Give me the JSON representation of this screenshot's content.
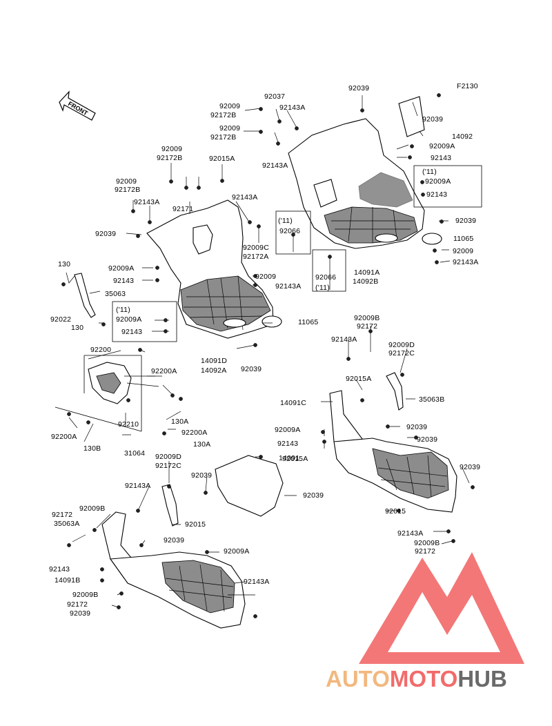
{
  "diagram": {
    "figure_code": "F2130",
    "front_label": "FRONT",
    "labels": [
      "92037",
      "92143A",
      "92009",
      "92172B",
      "92009",
      "92172B",
      "92143A",
      "92009",
      "92172B",
      "92015A",
      "92009",
      "92172B",
      "92143A",
      "92171",
      "92143A",
      "92039",
      "92009C",
      "92172A",
      "('11)",
      "92066",
      "130",
      "92009A",
      "92143",
      "35063",
      "92022",
      "130",
      "('11)",
      "92009A",
      "92143",
      "92009",
      "92143A",
      "11065",
      "14091D",
      "14092A",
      "92039",
      "92039",
      "92039",
      "14092",
      "92009A",
      "92143",
      "('11)",
      "92009A",
      "92143",
      "92039",
      "11065",
      "92009",
      "92143A",
      "92066",
      "('11)",
      "14091A",
      "14092B",
      "92200",
      "92200A",
      "130A",
      "92210",
      "92200A",
      "130A",
      "92200A",
      "130B",
      "31064",
      "92009B",
      "92172",
      "92143A",
      "92009D",
      "92172C",
      "92015A",
      "35063B",
      "14091C",
      "92009A",
      "92143",
      "92039",
      "92039",
      "92039",
      "92015",
      "92143A",
      "92009B",
      "92172",
      "92009D",
      "92172C",
      "92039",
      "14091",
      "92039",
      "92015A",
      "92143A",
      "92009B",
      "92172",
      "35063A",
      "92015",
      "92039",
      "92009A",
      "92143",
      "14091B",
      "92143A",
      "92009B",
      "92172",
      "92039"
    ]
  },
  "watermark": {
    "part1": "AUTO",
    "part2": "MOTO",
    "part3": "HUB",
    "color1": "#f2b87f",
    "color2": "#f26b6b",
    "color3": "#6a6a6a",
    "triangle_color": "#f26b6b"
  }
}
